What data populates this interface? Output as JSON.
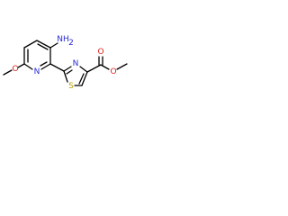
{
  "molecule": {
    "atoms": {
      "amine_n": "NH",
      "amine_h2": "2",
      "methoxy_o": "O",
      "pyridine_n": "N",
      "thiazole_n": "N",
      "thiazole_s": "S",
      "ester_o_single": "O",
      "carbonyl_o": "O"
    },
    "colors": {
      "nitrogen": "#2a2ad8",
      "oxygen": "#e02020",
      "sulfur": "#b8a000",
      "bond": "#000000"
    }
  }
}
